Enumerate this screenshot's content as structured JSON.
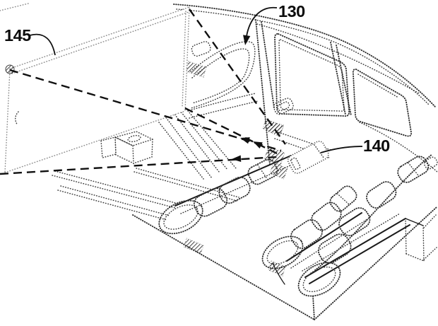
{
  "diagram": {
    "kind": "patent-style line drawing of a vehicle interior with projection screen and projector",
    "background_color": "#ffffff",
    "drawing_color": "#3c3c3c",
    "screen_edge_color": "#8f8f8f",
    "ray_color": "#101010",
    "label_color": "#0c0c0c",
    "callouts": [
      {
        "ref": "145",
        "target": "projection-screen"
      },
      {
        "ref": "130",
        "target": "vehicle-interior"
      },
      {
        "ref": "140",
        "target": "projector-unit"
      }
    ]
  }
}
